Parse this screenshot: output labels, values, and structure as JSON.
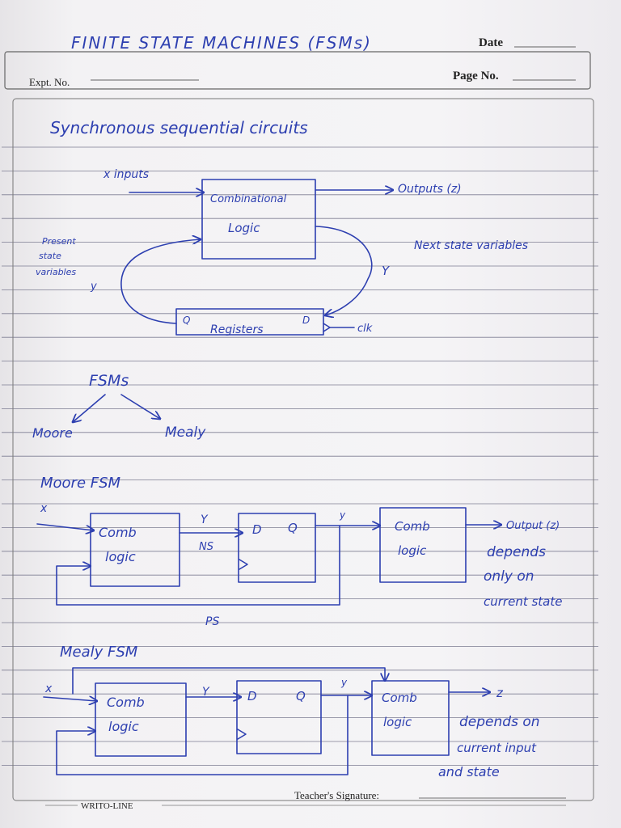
{
  "header": {
    "title": "FINITE STATE MACHINES (FSMs)",
    "date_label": "Date",
    "expt_label": "Expt. No.",
    "page_label": "Page No."
  },
  "footer": {
    "brand": "WRITO-LINE",
    "signature_label": "Teacher's Signature:"
  },
  "sync": {
    "heading": "Synchronous sequential circuits",
    "inputs_label": "x  inputs",
    "comb_block_l1": "Combinational",
    "comb_block_l2": "Logic",
    "outputs_label": "Outputs (z)",
    "next_state_label": "Next state variables",
    "y_label": "Y",
    "present_l1": "Present",
    "present_l2": "state",
    "present_l3": "variables",
    "small_y": "y",
    "reg_q": "Q",
    "reg_label": "Registers",
    "reg_d": "D",
    "clk_label": "clk"
  },
  "fsm_tree": {
    "root": "FSMs",
    "left": "Moore",
    "right": "Mealy"
  },
  "moore": {
    "heading": "Moore FSM",
    "x_label": "x",
    "comb1_l1": "Comb",
    "comb1_l2": "logic",
    "y_label": "Y",
    "ns_label": "NS",
    "ff_d": "D",
    "ff_q": "Q",
    "y_small": "y",
    "comb2_l1": "Comb",
    "comb2_l2": "logic",
    "out_label": "Output (z)",
    "note_l1": "depends",
    "note_l2": "only on",
    "note_l3": "current state",
    "ps_label": "PS"
  },
  "mealy": {
    "heading": "Mealy FSM",
    "x_label": "x",
    "comb1_l1": "Comb",
    "comb1_l2": "logic",
    "y_label": "Y",
    "ff_d": "D",
    "ff_q": "Q",
    "y_small": "y",
    "comb2_l1": "Comb",
    "comb2_l2": "logic",
    "out_label": "z",
    "note_l1": "depends on",
    "note_l2": "current input",
    "note_l3": "and state"
  }
}
